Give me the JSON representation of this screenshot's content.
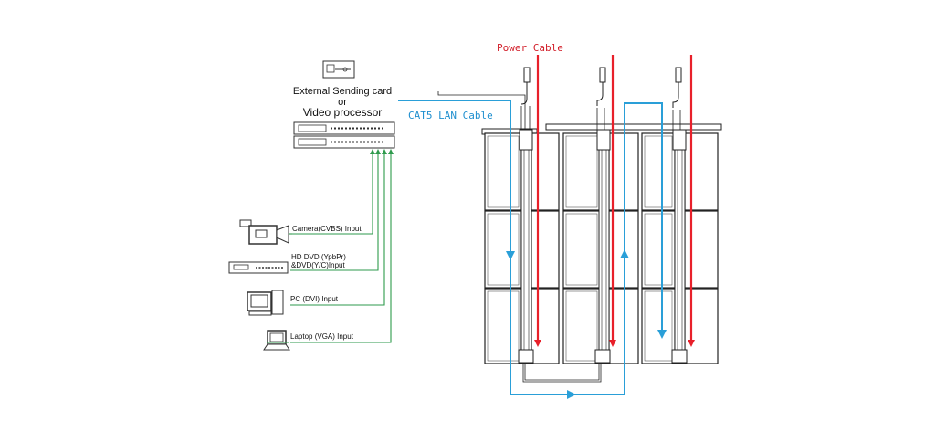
{
  "labels": {
    "power_cable": "Power Cable",
    "cat5": "CAT5 LAN Cable",
    "external_line1": "External Sending card",
    "external_line2": "or",
    "external_line3": "Video processor",
    "camera": "Camera(CVBS) Input",
    "hd_dvd_line1": "HD DVD (YpbPr)",
    "hd_dvd_line2": "&DVD(Y/C)Input",
    "pc": "PC (DVI) Input",
    "laptop": "Laptop (VGA) Input"
  },
  "colors": {
    "power": "#e8202a",
    "lan": "#2a9fd8",
    "input": "#2e9a4c",
    "line": "#222222",
    "power_label": "#d21f2a",
    "lan_label": "#1f8fcf"
  },
  "icons": [
    "sending-card-icon",
    "video-processor-icon",
    "camera-icon",
    "dvd-player-icon",
    "pc-icon",
    "laptop-icon",
    "power-plug-icon"
  ]
}
